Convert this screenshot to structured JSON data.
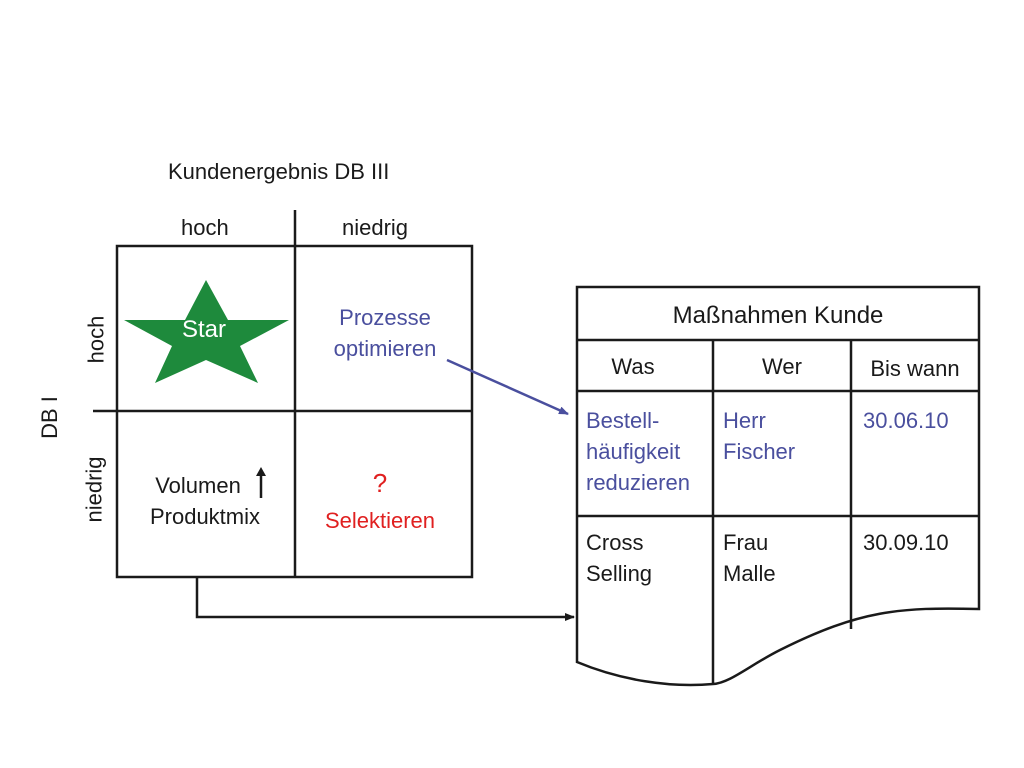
{
  "matrix": {
    "title": "Kundenergebnis DB III",
    "col_labels": [
      "hoch",
      "niedrig"
    ],
    "row_axis_label": "DB I",
    "row_labels": [
      "hoch",
      "niedrig"
    ],
    "cells": {
      "top_left": "Star",
      "top_right": [
        "Prozesse",
        "optimieren"
      ],
      "bottom_left": [
        "Volumen",
        "Produktmix"
      ],
      "bottom_right_symbol": "?",
      "bottom_right": "Selektieren"
    }
  },
  "action_table": {
    "title": "Maßnahmen Kunde",
    "columns": [
      "Was",
      "Wer",
      "Bis wann"
    ],
    "rows": [
      {
        "was": [
          "Bestell-",
          "häufigkeit",
          "reduzieren"
        ],
        "wer": [
          "Herr",
          "Fischer"
        ],
        "bis_wann": "30.06.10",
        "highlight": true
      },
      {
        "was": [
          "Cross",
          "Selling"
        ],
        "wer": [
          "Frau",
          "Malle"
        ],
        "bis_wann": "30.09.10",
        "highlight": false
      }
    ]
  },
  "colors": {
    "star_green": "#1e8a3c",
    "accent_blue": "#4a4f9e",
    "alert_red": "#e02020",
    "line": "#1a1a1a"
  }
}
